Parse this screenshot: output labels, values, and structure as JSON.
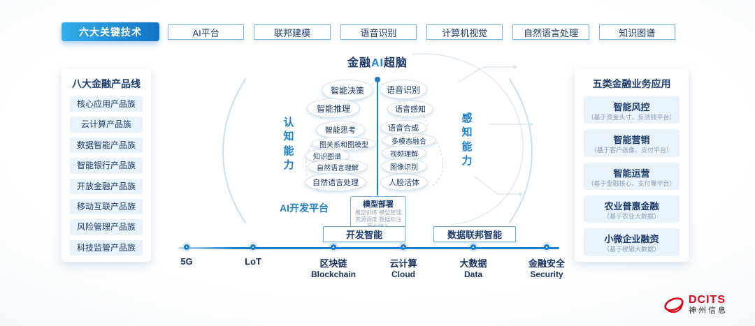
{
  "top_bar": {
    "title": "六大关键技术",
    "items": [
      "AI平台",
      "联邦建模",
      "语音识别",
      "计算机视觉",
      "自然语言处理",
      "知识图谱"
    ]
  },
  "left_panel": {
    "title": "八大金融产品线",
    "items": [
      "核心应用产品族",
      "云计算产品族",
      "数据智能产品族",
      "智能银行产品族",
      "开放金融产品族",
      "移动互联产品族",
      "风险管理产品族",
      "科技监管产品族"
    ]
  },
  "right_panel": {
    "title": "五类金融业务应用",
    "items": [
      {
        "title": "智能风控",
        "subtitle": "（基于资金头寸、反洗钱平台）"
      },
      {
        "title": "智能营销",
        "subtitle": "（基于客户画像、支付平台）"
      },
      {
        "title": "智能运营",
        "subtitle": "（基于金融核心、支付等平台）"
      },
      {
        "title": "农业普惠金融",
        "subtitle": "（基于农业大数据）"
      },
      {
        "title": "小微企业融资",
        "subtitle": "（基于税银大数据）"
      }
    ]
  },
  "brain": {
    "title_left": "金融",
    "title_ai": "AI",
    "title_right": "超脑",
    "cognitive_label": "认知能力",
    "perception_label": "感知能力",
    "cognitive_items": [
      "智能决策",
      "智能推理",
      "智能思考",
      "图关系和图模型",
      "知识图谱",
      "自然语言理解",
      "自然语言处理"
    ],
    "perception_items": [
      "语音识别",
      "语音感知",
      "语音合成",
      "多模态融合",
      "视频理解",
      "图像识别",
      "人脸活体"
    ],
    "platform_label": "AI开发平台",
    "deploy": {
      "title": "模型部署",
      "lines": [
        "模型训练 模型管理",
        "资源调度 数据标注",
        "算力接入"
      ]
    },
    "bottom_boxes": [
      "开发智能",
      "数据联邦智能"
    ]
  },
  "timeline": {
    "items": [
      {
        "label": "5G",
        "sub": ""
      },
      {
        "label": "LoT",
        "sub": ""
      },
      {
        "label": "区块链",
        "sub": "Blockchain"
      },
      {
        "label": "云计算",
        "sub": "Cloud"
      },
      {
        "label": "大数据",
        "sub": "Data"
      },
      {
        "label": "金融安全",
        "sub": "Security"
      }
    ]
  },
  "logo": {
    "name": "DCITS",
    "company": "神州信息"
  },
  "colors": {
    "accent": "#1b7fd0",
    "navy": "#1a3a6b",
    "red": "#e60012"
  }
}
